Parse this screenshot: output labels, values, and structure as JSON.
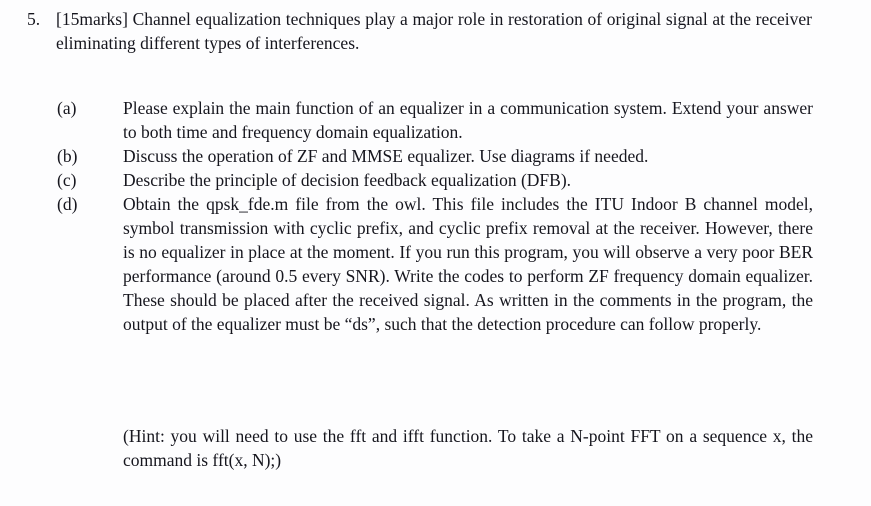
{
  "document": {
    "type": "exam-question",
    "background_color": "#fdfdfe",
    "text_color": "#16161e",
    "question": {
      "number": "5.",
      "marks_tag": "[15marks]",
      "stem": "[15marks] Channel equalization techniques play a major role in restoration of original signal at the receiver eliminating different types of interferences."
    },
    "subitems": [
      {
        "label": "(a)",
        "text": "Please explain the main function of an equalizer in a communication system. Extend your answer to both time and frequency domain equalization."
      },
      {
        "label": "(b)",
        "text": "Discuss the operation of ZF and MMSE equalizer. Use diagrams if needed."
      },
      {
        "label": "(c)",
        "text": "Describe the principle of decision feedback equalization (DFB)."
      },
      {
        "label": "(d)",
        "text": "Obtain the qpsk_fde.m file from the owl. This file includes the ITU Indoor B channel model, symbol transmission with cyclic prefix, and cyclic prefix removal at the receiver. However, there is no equalizer in place at the moment. If you run this program, you will observe a very poor BER performance (around 0.5 every SNR). Write the codes to perform ZF frequency domain equalizer. These should be placed after the received signal. As written in the comments in the program, the output of the equalizer must be “ds”, such that the detection procedure can follow properly."
      }
    ],
    "hint": {
      "text": "(Hint: you will need to use the fft and ifft function. To take a N-point FFT on a sequence x, the command is fft(x, N);)"
    }
  }
}
